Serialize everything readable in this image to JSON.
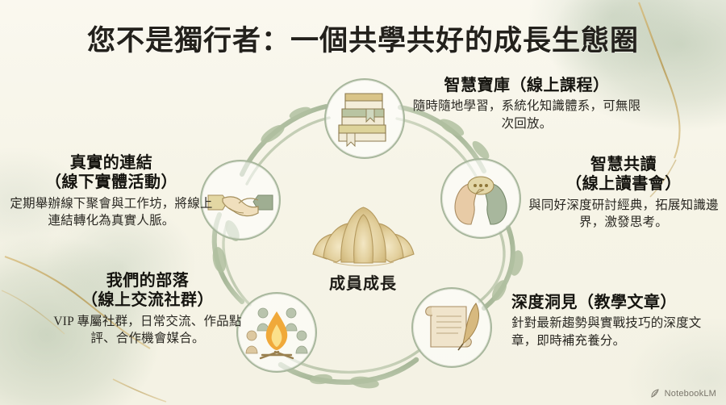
{
  "title": "您不是獨行者：一個共學共好的成長生態圈",
  "center": {
    "label": "成員成長",
    "icon": "lotus-icon"
  },
  "nodes": [
    {
      "id": "courses",
      "icon": "stacked-books-icon",
      "heading": "智慧寶庫（線上課程）",
      "body": "隨時隨地學習，系統化知識體系，可無限次回放。"
    },
    {
      "id": "reading",
      "icon": "two-heads-speech-bubbles-icon",
      "heading_line1": "智慧共讀",
      "heading_line2": "（線上讀書會）",
      "body": "與同好深度研討經典，拓展知識邊界，激發思考。"
    },
    {
      "id": "articles",
      "icon": "scroll-quill-icon",
      "heading": "深度洞見（教學文章）",
      "body": "針對最新趨勢與實戰技巧的深度文章，即時補充養分。"
    },
    {
      "id": "community",
      "icon": "campfire-people-icon",
      "heading_line1": "我們的部落",
      "heading_line2": "（線上交流社群）",
      "body": "VIP 專屬社群，日常交流、作品點評、合作機會媒合。"
    },
    {
      "id": "offline",
      "icon": "handshake-icon",
      "heading_line1": "真實的連結",
      "heading_line2": "（線下實體活動）",
      "body": "定期舉辦線下聚會與工作坊，將線上連結轉化為真實人脈。"
    }
  ],
  "watermark": {
    "label": "NotebookLM",
    "icon": "notebooklm-icon"
  },
  "colors": {
    "background": "#f6f4e7",
    "ink": "#1f1d18",
    "sage": "#a8b79d",
    "gold": "#c9a961",
    "lotus": "#d8c48d"
  }
}
